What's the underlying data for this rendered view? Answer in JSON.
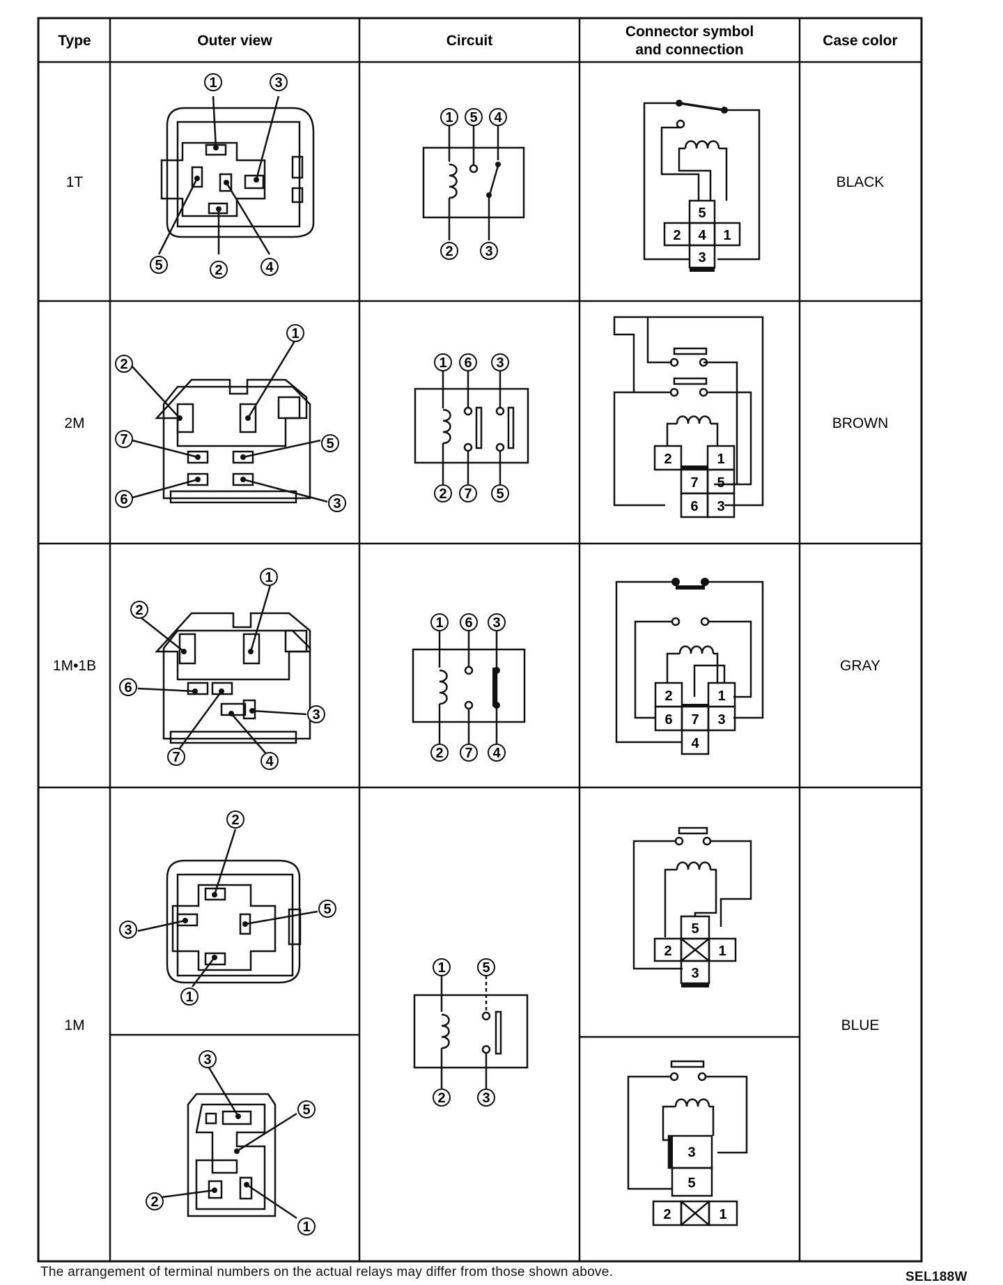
{
  "headers": {
    "type": "Type",
    "outer_view": "Outer view",
    "circuit": "Circuit",
    "connector_line1": "Connector symbol",
    "connector_line2": "and connection",
    "case_color": "Case color"
  },
  "rows": [
    {
      "type": "1T",
      "case_color": "BLACK"
    },
    {
      "type": "2M",
      "case_color": "BROWN"
    },
    {
      "type": "1M•1B",
      "case_color": "GRAY"
    },
    {
      "type": "1M",
      "case_color": "BLUE"
    }
  ],
  "terminals": {
    "t1": "1",
    "t2": "2",
    "t3": "3",
    "t4": "4",
    "t5": "5",
    "t6": "6",
    "t7": "7"
  },
  "footer": {
    "note": "The arrangement of terminal numbers on the actual relays may differ from those shown above.",
    "code": "SEL188W"
  }
}
